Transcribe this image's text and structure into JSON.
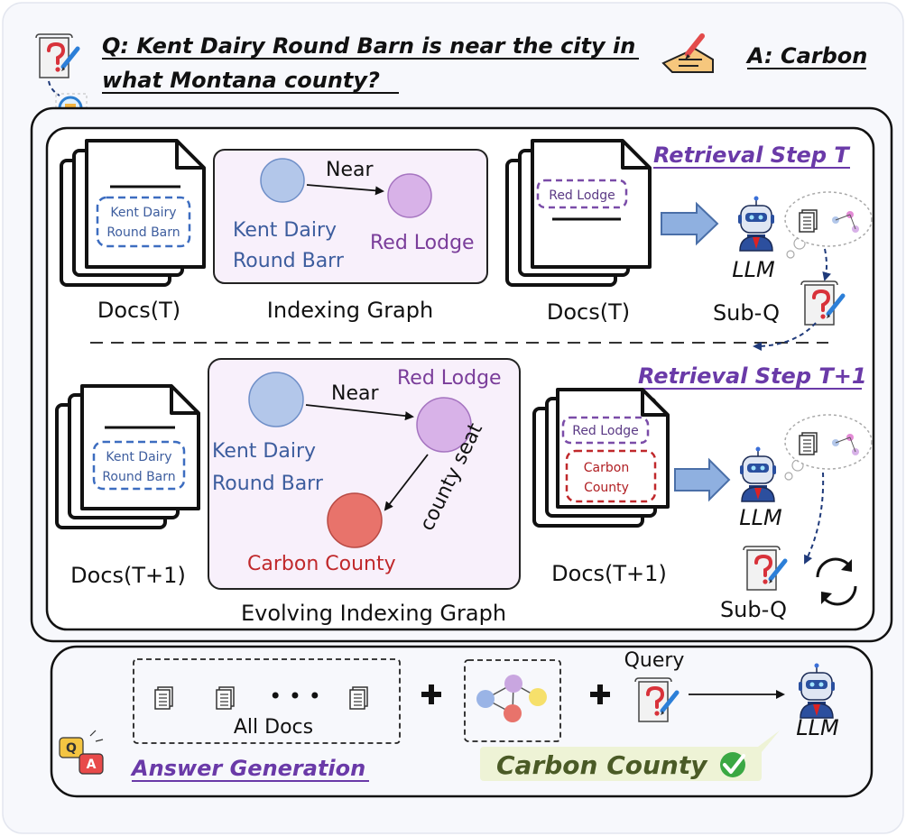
{
  "question": {
    "line1": "Q: Kent Dairy Round Barn is near the city in",
    "line2": "what Montana  county?"
  },
  "answer": "A: Carbon",
  "step_t": {
    "title": "Retrieval Step T",
    "docs_left_label": "Docs(T)",
    "docs_left_tag": [
      "Kent Dairy",
      "Round Barn"
    ],
    "graph_label": "Indexing Graph",
    "edge_near": "Near",
    "node_kent": [
      "Kent Dairy",
      "Round Barr"
    ],
    "node_red": "Red Lodge",
    "docs_right_label": "Docs(T)",
    "docs_right_tag": "Red Lodge",
    "llm": "LLM",
    "subq": "Sub-Q"
  },
  "step_t1": {
    "title": "Retrieval Step T+1",
    "docs_left_label": "Docs(T+1)",
    "docs_left_tag": [
      "Kent Dairy",
      "Round Barn"
    ],
    "graph_label": "Evolving Indexing Graph",
    "edge_near": "Near",
    "edge_seat": "county seat",
    "node_kent": [
      "Kent Dairy",
      "Round Barr"
    ],
    "node_red": "Red Lodge",
    "node_carbon": "Carbon County",
    "docs_right_label": "Docs(T+1)",
    "docs_right_tag1": "Red Lodge",
    "docs_right_tag2": [
      "Carbon",
      "County"
    ],
    "llm": "LLM",
    "subq": "Sub-Q"
  },
  "answer_gen": {
    "title": "Answer Generation",
    "all_docs": "All Docs",
    "ellipsis": "• • •",
    "query": "Query",
    "llm": "LLM",
    "final_answer": "Carbon County"
  },
  "colors": {
    "title_purple": "#6a3aa8",
    "node_blue": "#b3c7ea",
    "node_purple": "#d8b2e8",
    "node_red": "#e8736b",
    "graph_bg": "#f8f0fb",
    "arrow_blue": "#8fb0e0",
    "answer_bg": "#eef3d6"
  }
}
